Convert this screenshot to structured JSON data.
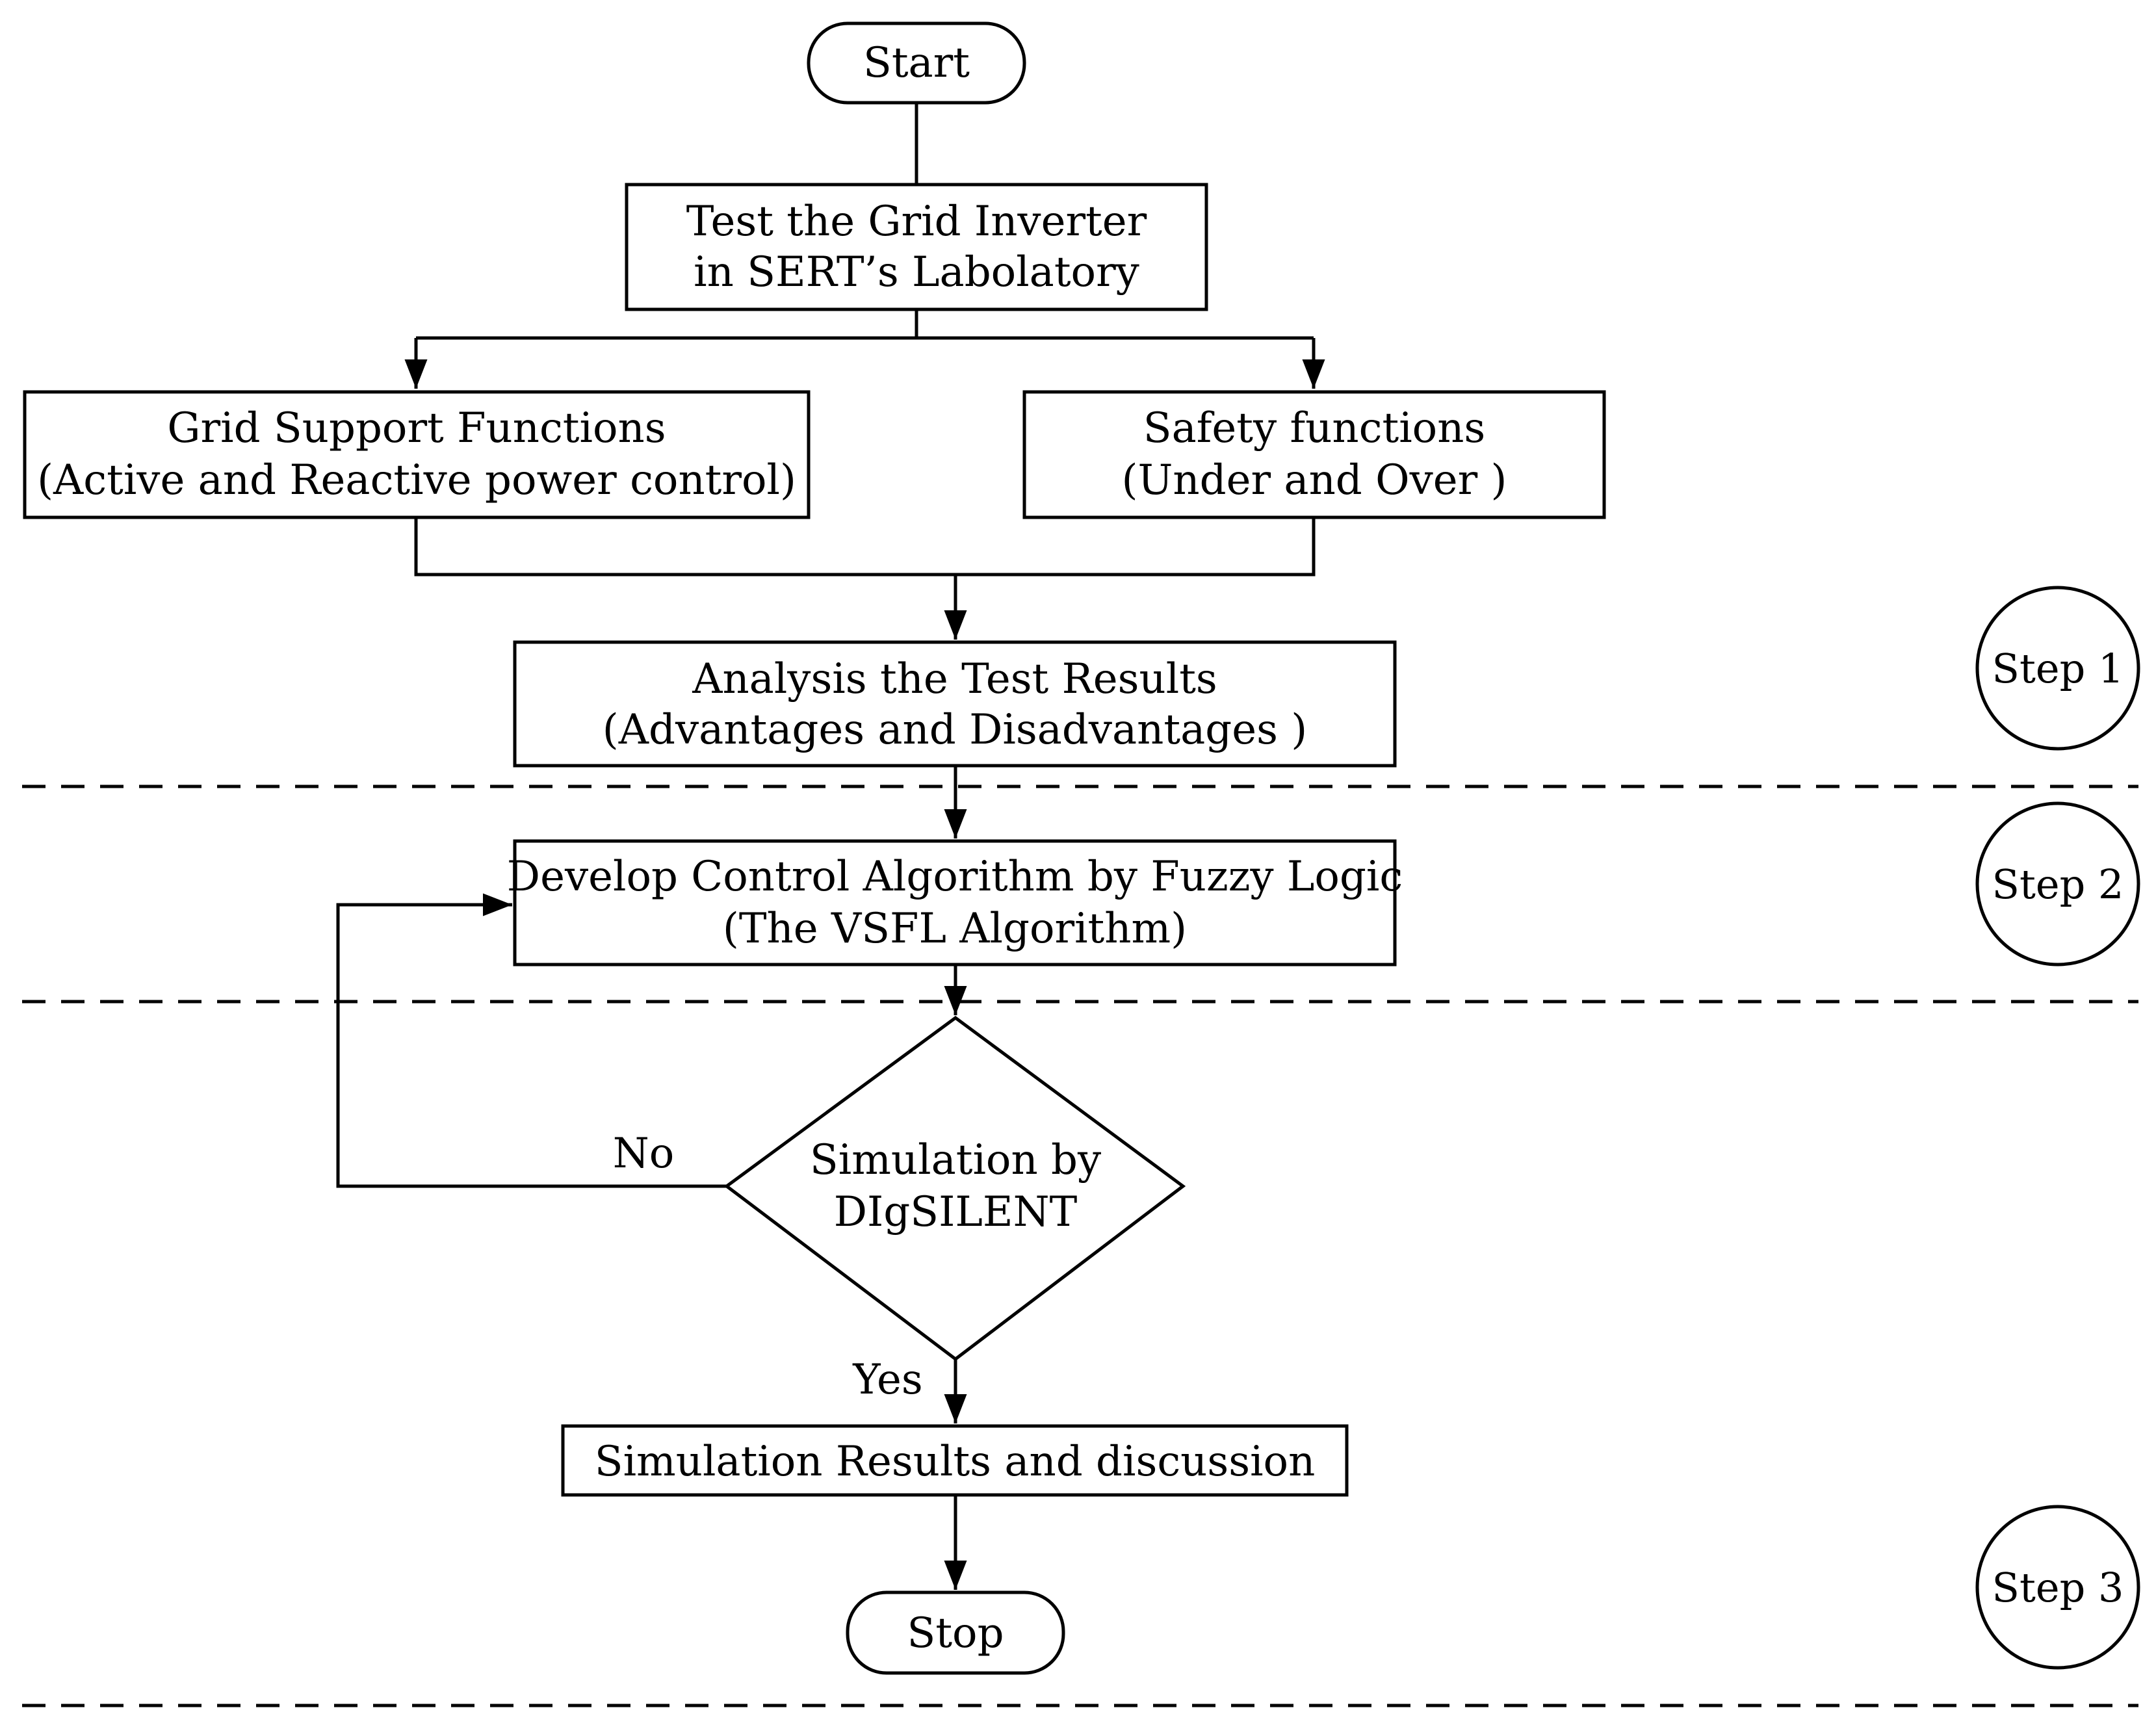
{
  "nodes": {
    "start": "Start",
    "test_inverter": [
      "Test the Grid Inverter",
      "in SERT’s Labolatory"
    ],
    "grid_support": [
      "Grid Support Functions",
      "(Active and Reactive power control)"
    ],
    "safety": [
      "Safety functions",
      "(Under and Over )"
    ],
    "analysis": [
      "Analysis the Test Results",
      "(Advantages and Disadvantages )"
    ],
    "develop": [
      "Develop Control Algorithm by Fuzzy Logic",
      "(The VSFL Algorithm)"
    ],
    "simulation": [
      "Simulation by",
      "DIgSILENT"
    ],
    "results": "Simulation Results and discussion",
    "stop": "Stop"
  },
  "edges": {
    "no": "No",
    "yes": "Yes"
  },
  "steps": [
    "Step 1",
    "Step 2",
    "Step 3"
  ]
}
